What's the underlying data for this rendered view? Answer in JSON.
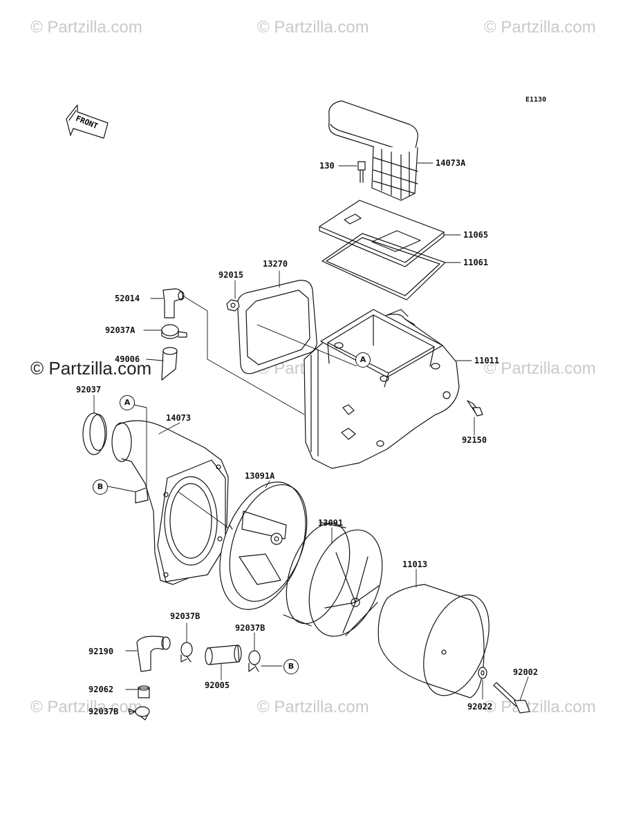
{
  "watermarks": {
    "top": [
      "© Partzilla.com",
      "© Partzilla.com",
      "© Partzilla.com"
    ],
    "middle": [
      "© Partzilla.com",
      "© Partzilla.com",
      "© Partzilla.com"
    ],
    "bottom": [
      "© Partzilla.com",
      "© Partzilla.com",
      "© Partzilla.com"
    ]
  },
  "diagram_code": "E1130",
  "front_label": "FRONT",
  "callout_markers": {
    "a": "A",
    "b": "B"
  },
  "parts": {
    "p130": "130",
    "p14073A": "14073A",
    "p11065": "11065",
    "p11061": "11061",
    "p13270": "13270",
    "p92015": "92015",
    "p52014": "52014",
    "p92037A": "92037A",
    "p49006": "49006",
    "p11011": "11011",
    "p92150": "92150",
    "p92037": "92037",
    "p14073": "14073",
    "p13091A": "13091A",
    "p13091": "13091",
    "p11013": "11013",
    "p92037B_1": "92037B",
    "p92037B_2": "92037B",
    "p92190": "92190",
    "p92005": "92005",
    "p92062": "92062",
    "p92037B_3": "92037B",
    "p92002": "92002",
    "p92022": "92022"
  }
}
